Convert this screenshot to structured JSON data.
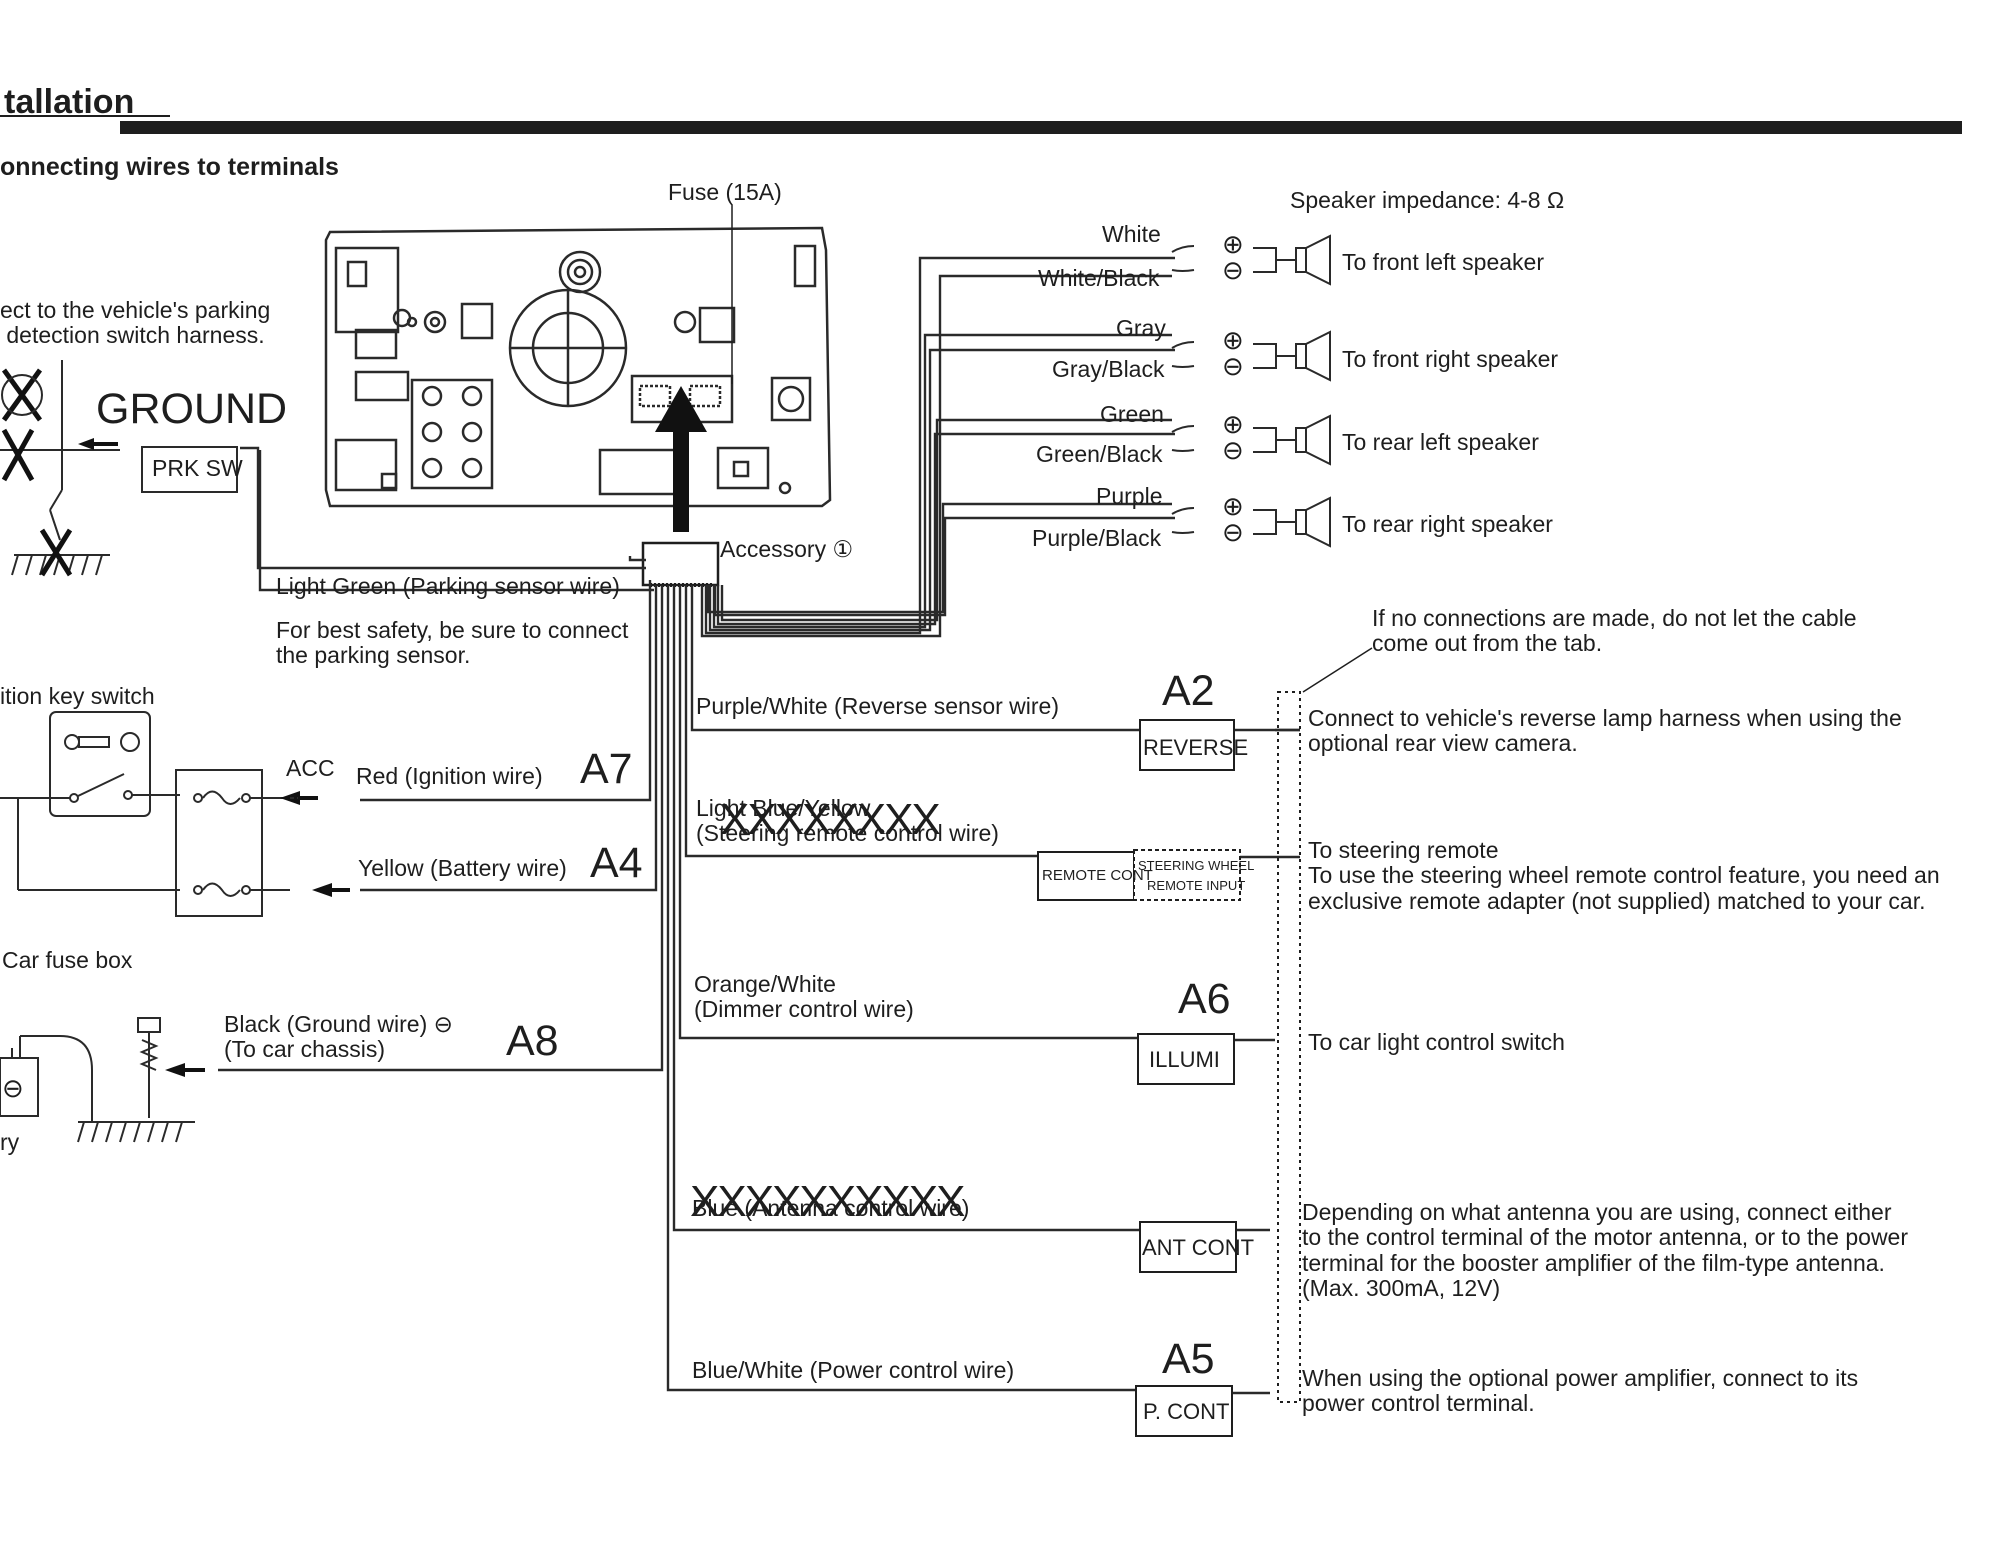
{
  "header": {
    "section_title": "tallation",
    "subtitle": "onnecting wires to terminals"
  },
  "unit": {
    "fuse_label": "Fuse (15A)",
    "accessory_label": "Accessory ①"
  },
  "speakers": {
    "impedance_label": "Speaker impedance: 4-8 Ω",
    "pairs": [
      {
        "pos_wire": "White",
        "neg_wire": "White/Black",
        "target": "To front left speaker"
      },
      {
        "pos_wire": "Gray",
        "neg_wire": "Gray/Black",
        "target": "To front right speaker"
      },
      {
        "pos_wire": "Green",
        "neg_wire": "Green/Black",
        "target": "To rear left speaker"
      },
      {
        "pos_wire": "Purple",
        "neg_wire": "Purple/Black",
        "target": "To rear right speaker"
      }
    ],
    "plus_symbol": "⊕",
    "minus_symbol": "⊖"
  },
  "parking": {
    "instruction": "ect to the vehicle's parking\n detection switch harness.",
    "ground_label": "GROUND",
    "switch_label": "PRK SW",
    "wire_label": "Light Green (Parking sensor wire)",
    "safety_note": "For best safety, be sure to connect\nthe parking sensor."
  },
  "ignition": {
    "switch_label": "ition key switch",
    "acc_label": "ACC",
    "red_wire": "Red (Ignition wire)",
    "red_tag": "A7",
    "yellow_wire": "Yellow (Battery wire)",
    "yellow_tag": "A4",
    "fuse_box_label": "Car fuse box"
  },
  "ground": {
    "wire_label": "Black (Ground wire) ⊖\n(To car chassis)",
    "tag": "A8",
    "battery_label": "ry"
  },
  "tab_note": "If no connections are made, do not let the cable\ncome out from the tab.",
  "connectors": [
    {
      "wire": "Purple/White (Reverse sensor wire)",
      "tag": "A2",
      "terminal": "REVERSE",
      "description": "Connect to vehicle's reverse lamp harness when using the\noptional rear view camera."
    },
    {
      "wire": "Light Blue/Yellow\n(Steering remote control wire)",
      "strike": "XXXXXXXX",
      "terminal": "REMOTE CONT",
      "terminal2": "STEERING WHEEL\nREMOTE INPUT",
      "description": "To steering remote\nTo use the steering wheel remote control feature, you need an\nexclusive remote adapter (not supplied) matched to your car."
    },
    {
      "wire": "Orange/White\n(Dimmer control wire)",
      "tag": "A6",
      "terminal": "ILLUMI",
      "description": "To car light control switch"
    },
    {
      "wire": "Blue (Antenna control wire)",
      "strike": "XXXXXXXXXX",
      "terminal": "ANT CONT",
      "description": "Depending on what antenna you are using, connect either\nto the control terminal of the motor antenna, or to the power\nterminal for the booster amplifier of the film-type antenna.\n(Max. 300mA, 12V)"
    },
    {
      "wire": "Blue/White (Power control wire)",
      "tag": "A5",
      "terminal": "P. CONT",
      "description": "When using the optional power amplifier, connect to its\npower control terminal."
    }
  ]
}
